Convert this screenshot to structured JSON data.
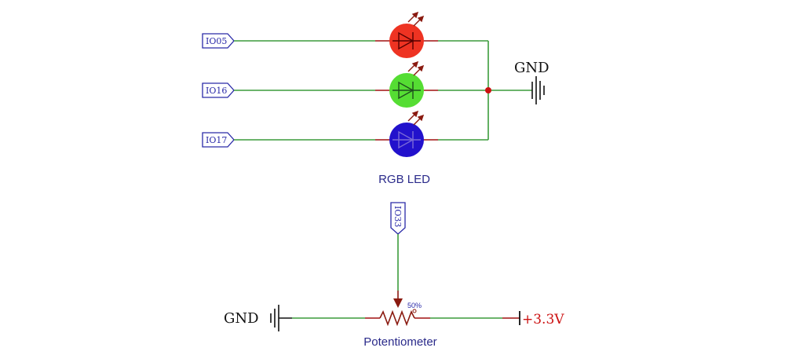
{
  "diagram": {
    "nets": {
      "io05": "IO05",
      "io16": "IO16",
      "io17": "IO17",
      "io33": "IO33",
      "gnd_top": "GND",
      "gnd_bottom": "GND",
      "vcc": "+3.3V"
    },
    "components": {
      "rgb_led_label": "RGB LED",
      "potentiometer_label": "Potentiometer",
      "wiper_value": "50%"
    },
    "colors": {
      "wire": "#3c9c3c",
      "pin_stub": "#a01010",
      "netlabel": "#2a2aa8",
      "led_red": "#ee3322",
      "led_green": "#55dd33",
      "led_blue": "#2211cc",
      "component_label": "#2a2a8a",
      "vcc_text": "#cc1111",
      "junction": "#cc1111"
    }
  }
}
